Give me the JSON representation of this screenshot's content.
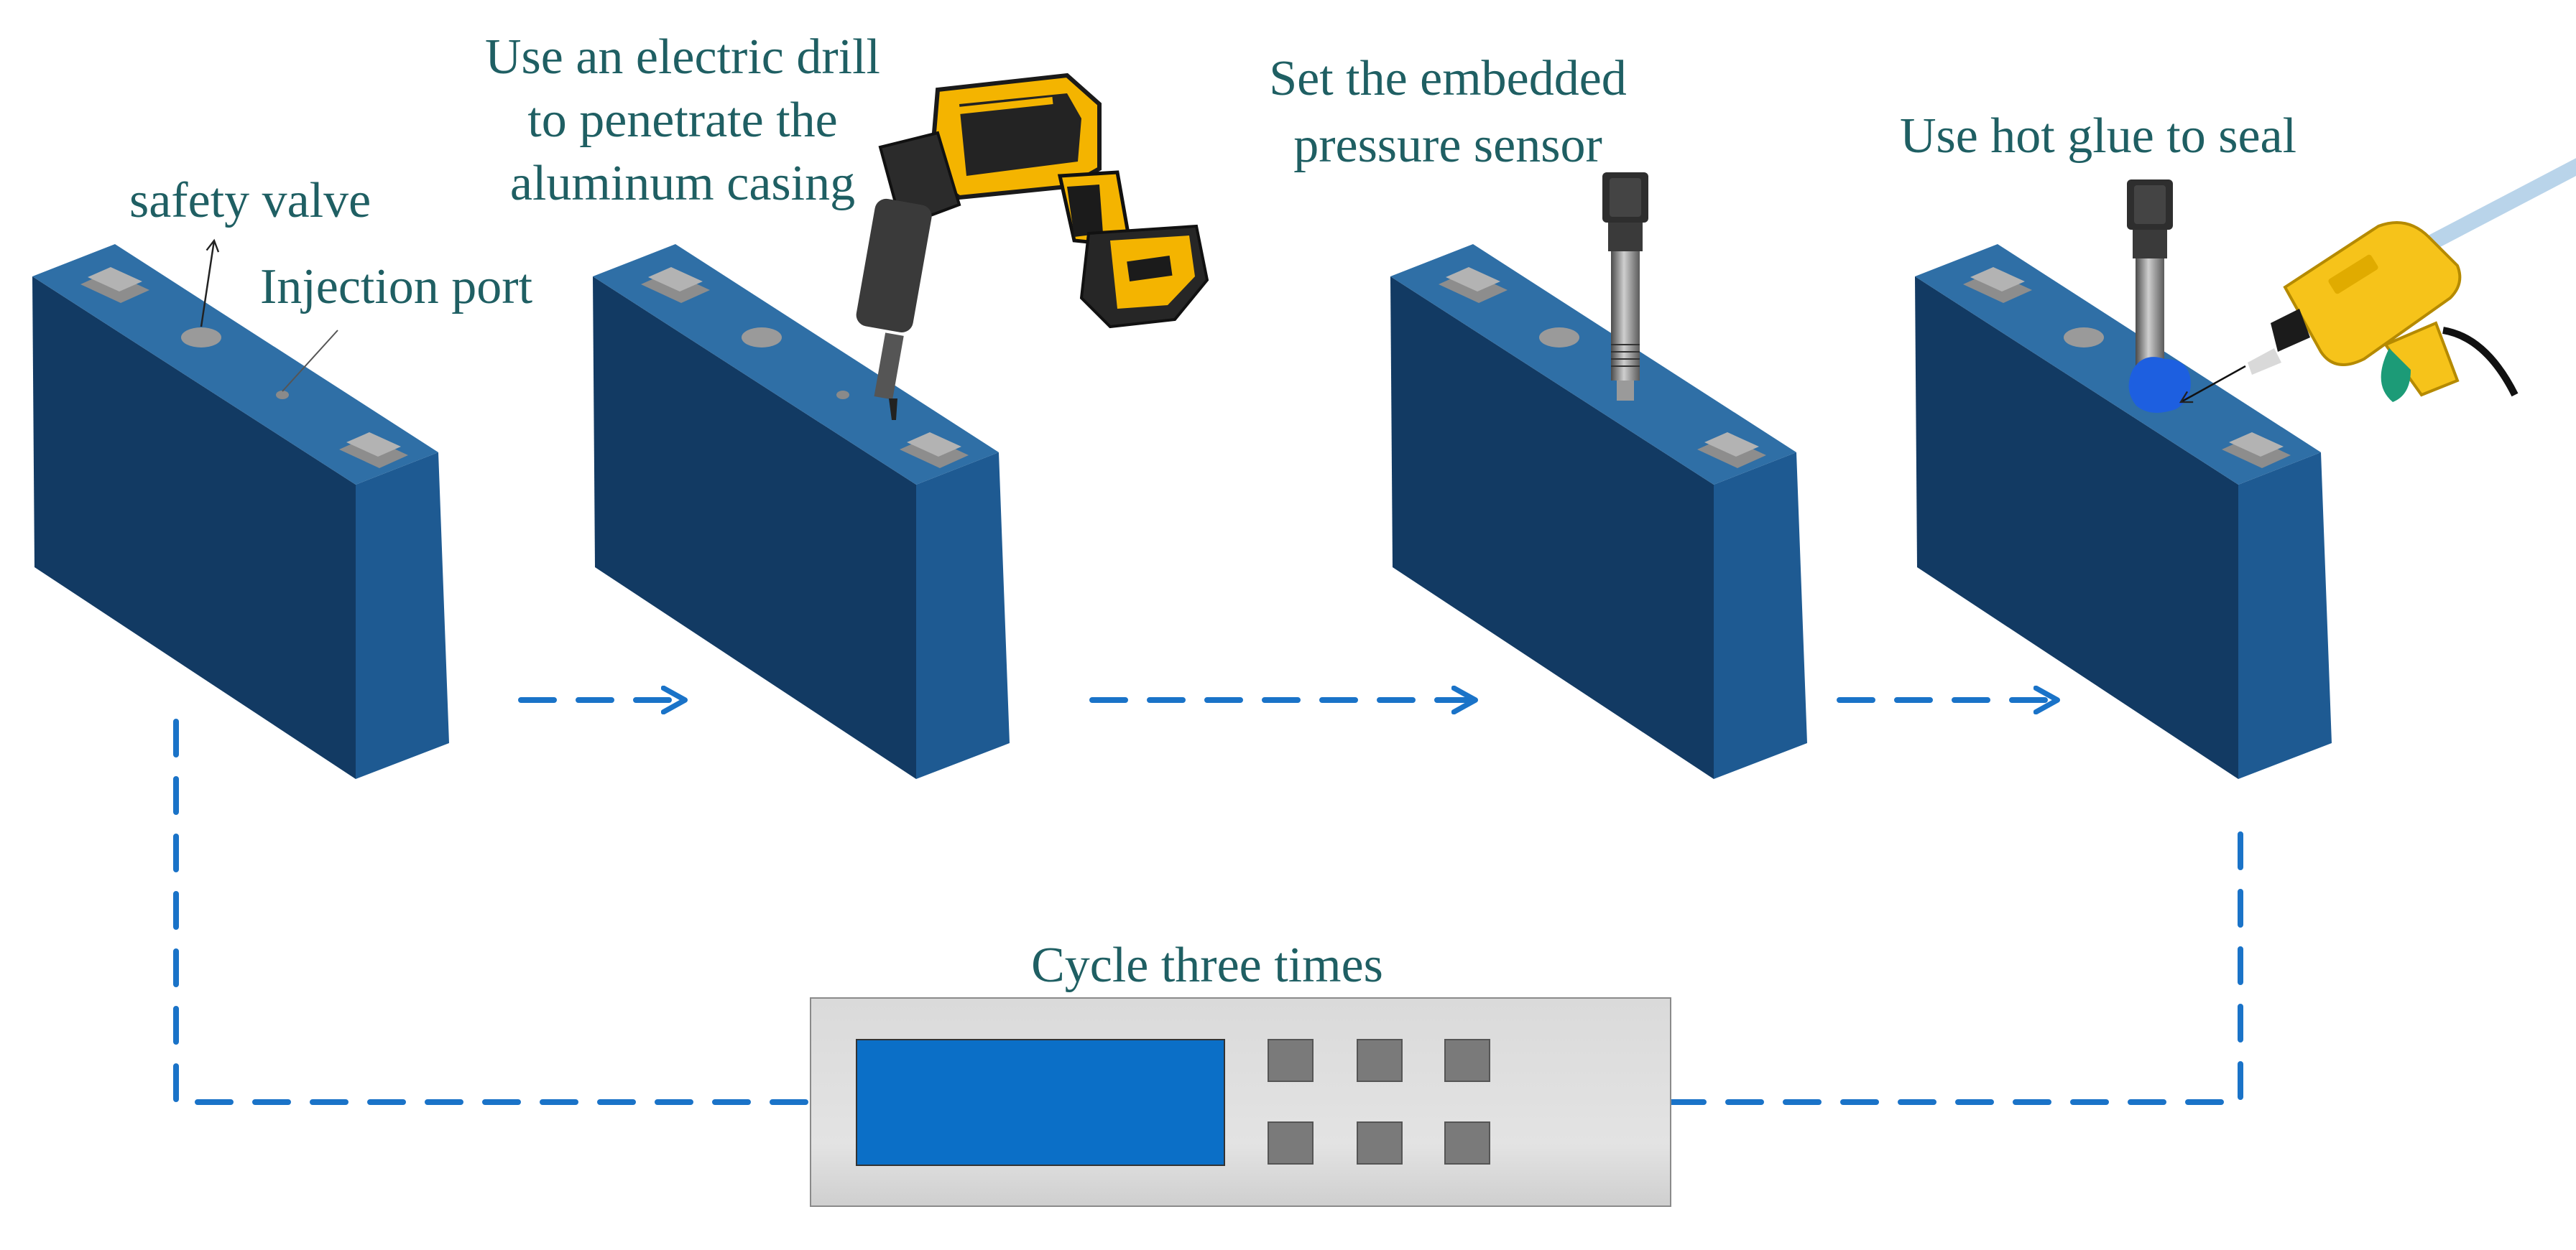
{
  "labels": {
    "safety_valve": "safety valve",
    "injection_port": "Injection port",
    "drill_step": [
      "Use an electric drill",
      "to penetrate the",
      "aluminum casing"
    ],
    "sensor_step": [
      "Set the embedded",
      "pressure sensor"
    ],
    "glue_step": "Use hot glue to seal",
    "cycle": "Cycle three times"
  },
  "colors": {
    "text": "#1f5f63",
    "arrow": "#1a73c8",
    "cell_top": "#2f6fa6",
    "cell_front": "#123a63",
    "cell_side": "#1e5a92",
    "cycler_body": "#d9d9d9",
    "cycler_screen": "#0b6fc7",
    "cycler_button": "#7a7a7a",
    "drill_body": "#f4b400",
    "glue_gun": "#f6c31a",
    "glue_blob": "#1d5fe0"
  },
  "icons": {
    "cell": "prismatic-battery-cell-icon",
    "drill": "electric-drill-icon",
    "sensor": "pressure-sensor-icon",
    "glue_gun": "hot-glue-gun-icon",
    "cycler": "battery-cycler-icon"
  }
}
